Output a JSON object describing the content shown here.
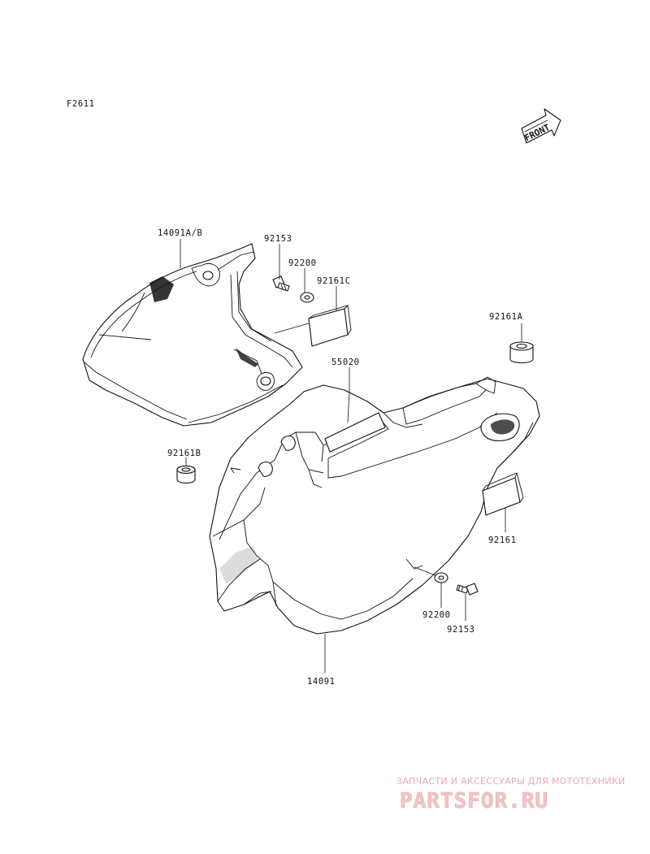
{
  "figure_code": "F2611",
  "front_arrow": {
    "label": "FRONT",
    "icon": "front-direction-arrow-icon"
  },
  "parts": [
    {
      "id": "p1",
      "number": "14091A/B"
    },
    {
      "id": "p2",
      "number": "92153"
    },
    {
      "id": "p3",
      "number": "92200"
    },
    {
      "id": "p4",
      "number": "92161C"
    },
    {
      "id": "p5",
      "number": "92161A"
    },
    {
      "id": "p6",
      "number": "55020"
    },
    {
      "id": "p7",
      "number": "92161B"
    },
    {
      "id": "p8",
      "number": "92161"
    },
    {
      "id": "p9",
      "number": "92200"
    },
    {
      "id": "p10",
      "number": "92153"
    },
    {
      "id": "p11",
      "number": "14091"
    }
  ],
  "watermark": {
    "tagline": "ЗАПЧАСТИ И АКСЕССУАРЫ ДЛЯ МОТОТЕХНИКИ",
    "brand": "PARTSFOR.RU",
    "color": "#f2bfc2"
  }
}
